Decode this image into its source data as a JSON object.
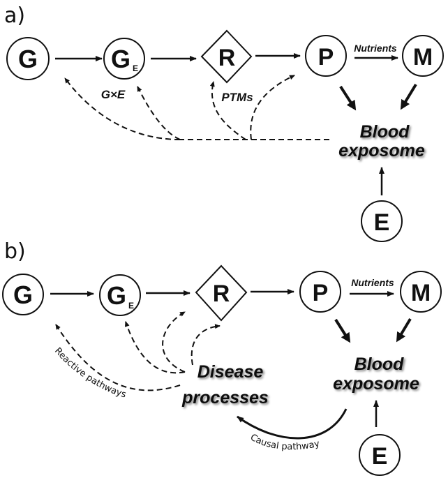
{
  "panels": [
    {
      "label": "a)",
      "nodes": {
        "G": "G",
        "GE_main": "G",
        "GE_sub": "E",
        "R": "R",
        "P": "P",
        "M": "M",
        "E": "E"
      },
      "labels": {
        "nutrients": "Nutrients",
        "gxe": "G×E",
        "ptms": "PTMs",
        "blood_line1": "Blood",
        "blood_line2": "exposome"
      }
    },
    {
      "label": "b)",
      "nodes": {
        "G": "G",
        "GE_main": "G",
        "GE_sub": "E",
        "R": "R",
        "P": "P",
        "M": "M",
        "E": "E"
      },
      "labels": {
        "nutrients": "Nutrients",
        "blood_line1": "Blood",
        "blood_line2": "exposome",
        "disease_line1": "Disease",
        "disease_line2": "processes",
        "reactive": "Reactive pathways",
        "causal": "Causal pathway"
      }
    }
  ]
}
